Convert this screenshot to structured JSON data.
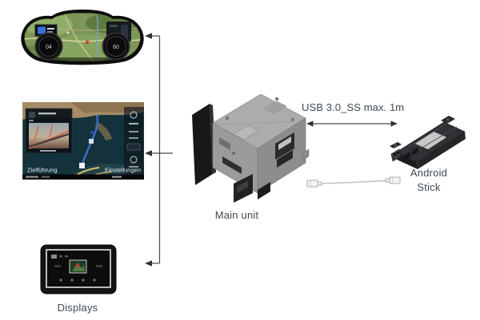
{
  "labels": {
    "displays": "Displays",
    "main_unit": "Main unit",
    "android_stick_line1": "Android",
    "android_stick_line2": "Stick",
    "usb_connection": "USB 3.0_SS max. 1m"
  },
  "cluster_screen": {
    "left_dial_value": "04",
    "right_dial_value": "60"
  },
  "nav_screen": {
    "bottom_left_button": "Zielführung",
    "bottom_right_button": "Einstellungen"
  },
  "colors": {
    "label_text": "#3e4a55",
    "connector_line": "#4a4a4a",
    "background": "#ffffff",
    "main_unit_body": "#9b9b9b",
    "android_stick_body": "#2f3134"
  }
}
